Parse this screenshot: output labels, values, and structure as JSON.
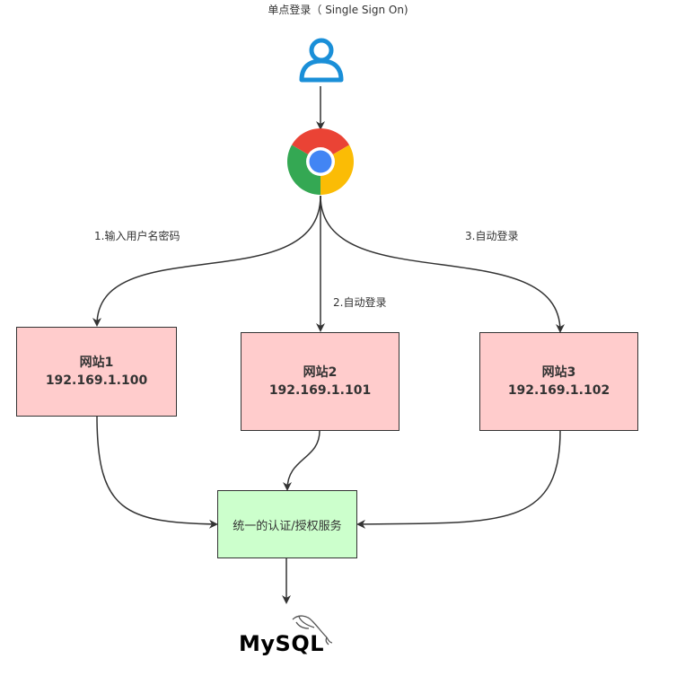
{
  "title": "单点登录（ Single Sign On)",
  "icons": {
    "user": "user-icon",
    "browser": "chrome-icon",
    "database": "mysql-dolphin-icon"
  },
  "edges": {
    "edge1": "1.输入用户名密码",
    "edge2": "2.自动登录",
    "edge3": "3.自动登录"
  },
  "sites": [
    {
      "name": "网站1",
      "ip": "192.169.1.100"
    },
    {
      "name": "网站2",
      "ip": "192.169.1.101"
    },
    {
      "name": "网站3",
      "ip": "192.169.1.102"
    }
  ],
  "auth": {
    "label": "统一的认证/授权服务"
  },
  "database": {
    "label": "MySQL"
  },
  "colors": {
    "site_fill": "#ffcccc",
    "auth_fill": "#ccffcc",
    "user_icon": "#1a8fd8",
    "line": "#333333"
  }
}
